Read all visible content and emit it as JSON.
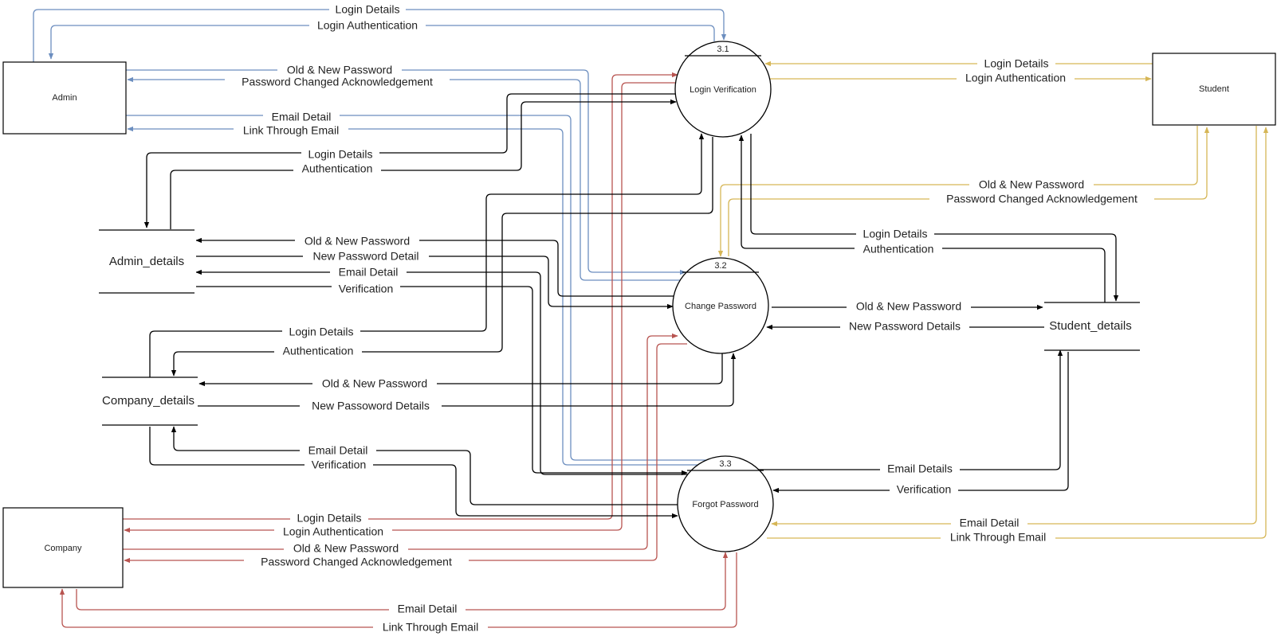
{
  "entities": {
    "admin": "Admin",
    "student": "Student",
    "company": "Company"
  },
  "processes": {
    "p1": {
      "num": "3.1",
      "name": "Login Verification"
    },
    "p2": {
      "num": "3.2",
      "name": "Change Password"
    },
    "p3": {
      "num": "3.3",
      "name": "Forgot Password"
    }
  },
  "stores": {
    "admin_details": "Admin_details",
    "company_details": "Company_details",
    "student_details": "Student_details"
  },
  "flows": {
    "admin_login_details": "Login Details",
    "admin_login_auth": "Login Authentication",
    "admin_old_new_pw": "Old & New Password",
    "admin_pw_changed_ack": "Password Changed Acknowledgement",
    "admin_email_detail": "Email Detail",
    "admin_link_email": "Link Through Email",
    "ad_login_details": "Login Details",
    "ad_authentication": "Authentication",
    "ad_old_new_pw": "Old & New Password",
    "ad_new_pw_detail": "New Password Detail",
    "ad_email_detail": "Email Detail",
    "ad_verification": "Verification",
    "cd_login_details": "Login Details",
    "cd_authentication": "Authentication",
    "cd_old_new_pw": "Old & New Password",
    "cd_new_pw_details": "New Passoword Details",
    "cd_email_detail": "Email Detail",
    "cd_verification": "Verification",
    "co_login_details": "Login Details",
    "co_login_auth": "Login Authentication",
    "co_old_new_pw": "Old & New Password",
    "co_pw_changed_ack": "Password Changed Acknowledgement",
    "co_email_detail": "Email Detail",
    "co_link_email": "Link Through Email",
    "st_login_details": "Login Details",
    "st_login_auth": "Login Authentication",
    "st_old_new_pw": "Old & New Password",
    "st_pw_changed_ack": "Password Changed Acknowledgement",
    "st_email_detail": "Email Detail",
    "st_link_email": "Link Through Email",
    "sd_login_details": "Login Details",
    "sd_authentication": "Authentication",
    "sd_old_new_pw": "Old & New Password",
    "sd_new_pw_details": "New Password Details",
    "sd_email_details": "Email Details",
    "sd_verification": "Verification"
  },
  "colors": {
    "admin_flows": "#6c8ebf",
    "company_flows": "#b85450",
    "student_flows": "#d6b656",
    "store_flows": "#000000"
  }
}
